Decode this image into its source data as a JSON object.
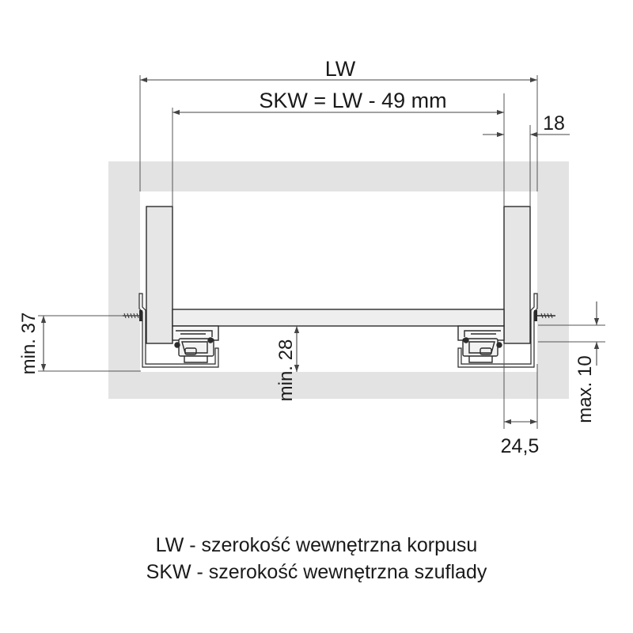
{
  "dimensions": {
    "lw": "LW",
    "skw_formula": "SKW = LW - 49 mm",
    "side_thickness": "18",
    "min_37": "min. 37",
    "min_28": "min. 28",
    "max_10": "max. 10",
    "runner_offset": "24,5"
  },
  "legend": [
    "LW - szerokość wewnętrzna korpusu",
    "SKW - szerokość wewnętrzna szuflady"
  ],
  "colors": {
    "cabinet_fill": "#e3e3e3",
    "drawer_side_fill": "#e6e6e6",
    "line": "#2b2b2b",
    "dimension_line": "#555555"
  }
}
